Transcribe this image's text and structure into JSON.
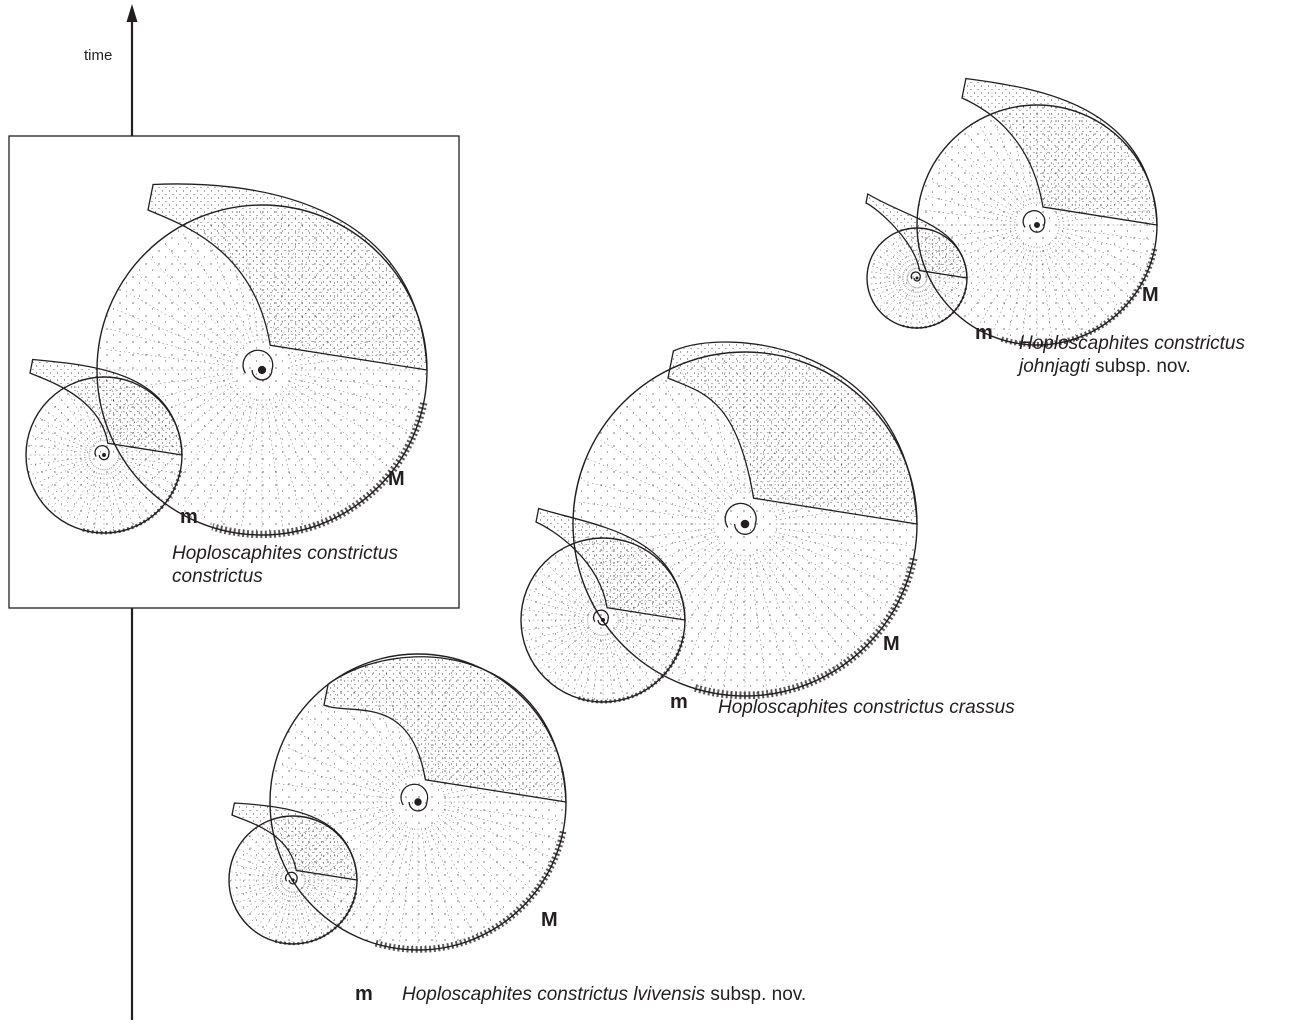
{
  "axis": {
    "label": "time"
  },
  "taxa": [
    {
      "id": "lvivensis",
      "genus_species": "Hoploscaphites constrictus",
      "subspecies": "lvivensis",
      "suffix": " subsp. nov.",
      "macroconch_label": "M",
      "microconch_label": "m",
      "highlighted": false
    },
    {
      "id": "crassus",
      "genus_species": "Hoploscaphites constrictus",
      "subspecies": "crassus",
      "suffix": "",
      "macroconch_label": "M",
      "microconch_label": "m",
      "highlighted": false
    },
    {
      "id": "constrictus",
      "genus_species": "Hoploscaphites constrictus",
      "subspecies": "constrictus",
      "suffix": "",
      "macroconch_label": "M",
      "microconch_label": "m",
      "highlighted": true
    },
    {
      "id": "johnjagti",
      "genus_species": "Hoploscaphites constrictus",
      "subspecies": "johnjagti",
      "suffix": " subsp. nov.",
      "macroconch_label": "M",
      "microconch_label": "m",
      "highlighted": false
    }
  ],
  "colors": {
    "ink": "#231f20",
    "paper": "#ffffff"
  },
  "icons": {
    "axis_arrow": "arrow-up-icon",
    "shell": "ammonite-shell-icon"
  }
}
